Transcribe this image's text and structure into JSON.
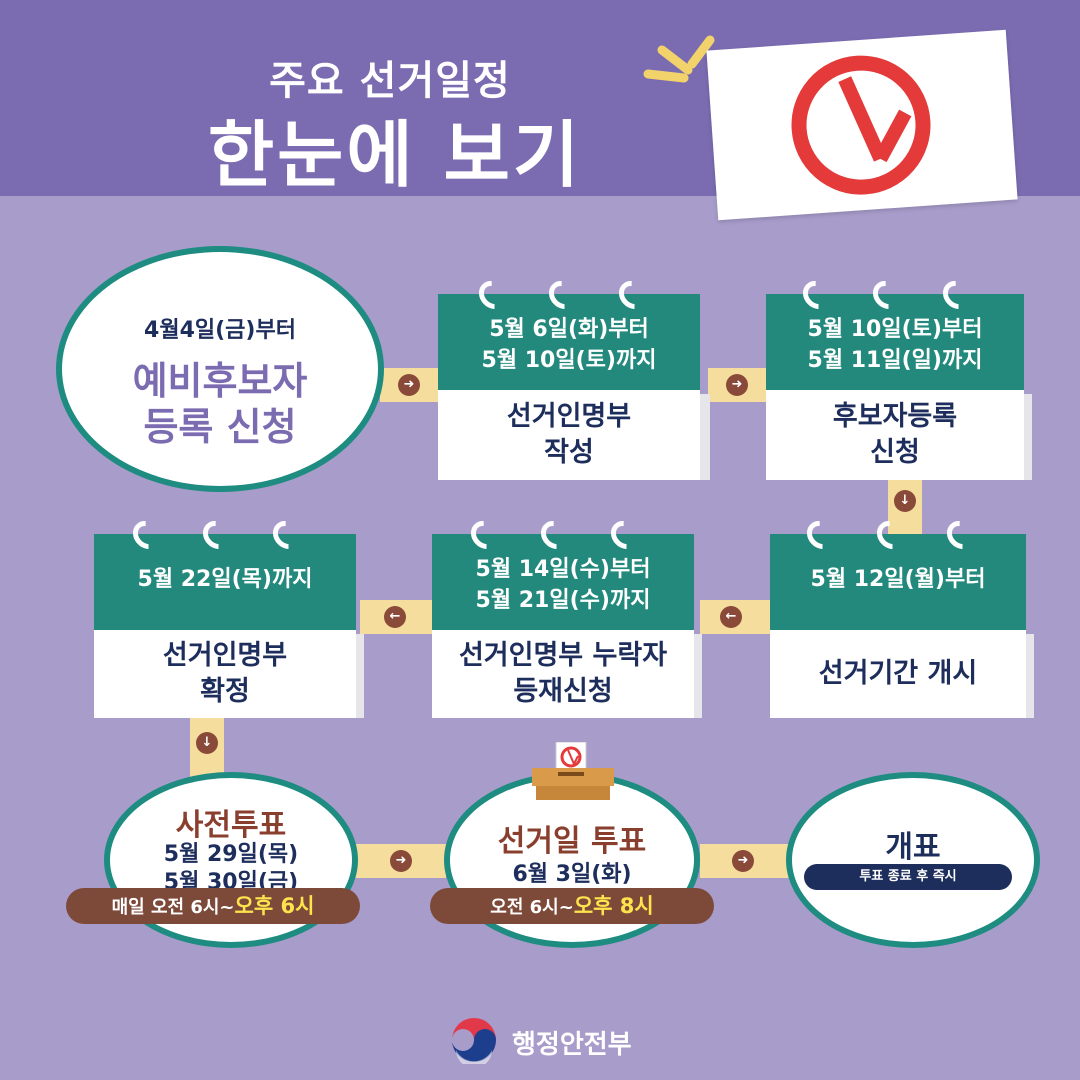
{
  "header": {
    "title_small": "주요 선거일정",
    "title_big": "한눈에 보기"
  },
  "steps": {
    "preliminary": {
      "date": "4월4일(금)부터",
      "title_1": "예비후보자",
      "title_2": "등록 신청"
    },
    "roll_creation": {
      "date_1": "5월 6일(화)부터",
      "date_2": "5월 10일(토)까지",
      "title_1": "선거인명부",
      "title_2": "작성"
    },
    "candidate_registration": {
      "date_1": "5월 10일(토)부터",
      "date_2": "5월 11일(일)까지",
      "title_1": "후보자등록",
      "title_2": "신청"
    },
    "election_period": {
      "date_1": "5월 12일(월)부터",
      "title_1": "선거기간 개시"
    },
    "roll_omission": {
      "date_1": "5월 14일(수)부터",
      "date_2": "5월 21일(수)까지",
      "title_1": "선거인명부 누락자",
      "title_2": "등재신청"
    },
    "roll_confirm": {
      "date_1": "5월 22일(목)까지",
      "title_1": "선거인명부",
      "title_2": "확정"
    },
    "early_voting": {
      "title": "사전투표",
      "date_1": "5월 29일(목)",
      "date_2": "5월 30일(금)",
      "hours_prefix": "매일 오전 6시~",
      "hours_highlight": "오후 6시"
    },
    "election_day": {
      "title": "선거일 투표",
      "date": "6월 3일(화)",
      "hours_prefix": "오전 6시~",
      "hours_highlight": "오후 8시"
    },
    "counting": {
      "title": "개표",
      "note": "투표 종료 후 즉시"
    }
  },
  "footer": {
    "ministry": "행정안전부"
  },
  "colors": {
    "background": "#a89ccb",
    "header": "#7b6bb1",
    "teal": "#23897c",
    "navy": "#1d2d5c",
    "purple_text": "#7b6bb1",
    "brown": "#8a3f2e",
    "highlight": "#ffe34d",
    "connector": "#f5dd9d"
  },
  "icons": [
    "ballot-stamp-icon",
    "ballot-box-icon",
    "arrow-right-icon",
    "arrow-left-icon",
    "arrow-down-icon",
    "taeguk-logo-icon"
  ]
}
